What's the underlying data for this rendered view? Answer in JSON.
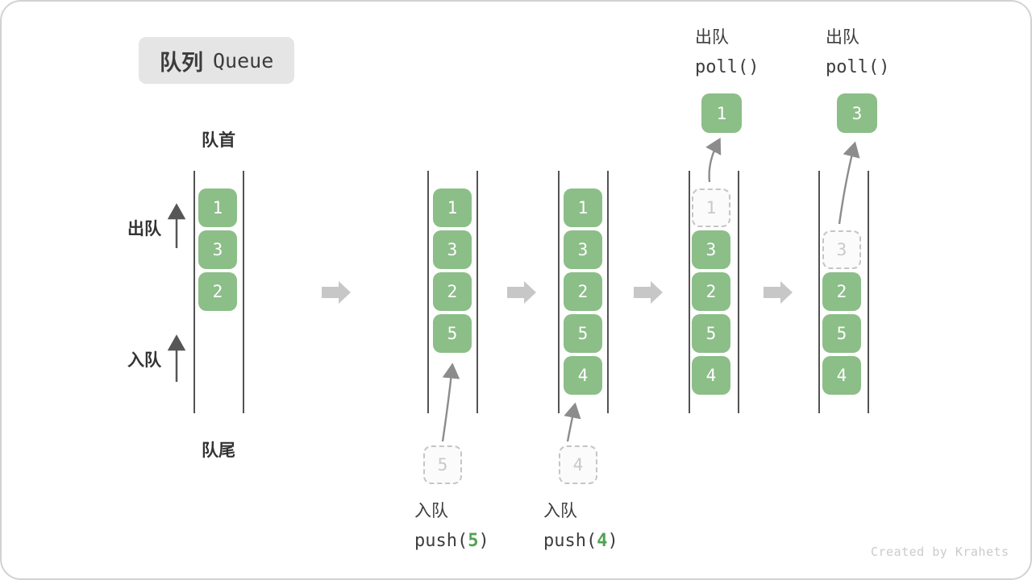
{
  "title": {
    "badge_zh": "队列",
    "badge_en": "Queue"
  },
  "side_labels": {
    "front": "队首",
    "rear": "队尾",
    "dequeue": "出队",
    "enqueue": "入队"
  },
  "queues": [
    {
      "cells": [
        {
          "v": "1"
        },
        {
          "v": "3"
        },
        {
          "v": "2"
        }
      ]
    },
    {
      "cells": [
        {
          "v": "1"
        },
        {
          "v": "3"
        },
        {
          "v": "2"
        },
        {
          "v": "5"
        }
      ]
    },
    {
      "cells": [
        {
          "v": "1"
        },
        {
          "v": "3"
        },
        {
          "v": "2"
        },
        {
          "v": "5"
        },
        {
          "v": "4"
        }
      ]
    },
    {
      "cells": [
        {
          "v": "1",
          "ghost": true
        },
        {
          "v": "3"
        },
        {
          "v": "2"
        },
        {
          "v": "5"
        },
        {
          "v": "4"
        }
      ]
    },
    {
      "cells": [
        {
          "v": "3",
          "ghost": true
        },
        {
          "v": "2"
        },
        {
          "v": "5"
        },
        {
          "v": "4"
        }
      ]
    }
  ],
  "operations": {
    "push5": {
      "label": "入队",
      "code_open": "push(",
      "arg": "5",
      "code_close": ")",
      "staged_value": "5"
    },
    "push4": {
      "label": "入队",
      "code_open": "push(",
      "arg": "4",
      "code_close": ")",
      "staged_value": "4"
    },
    "poll1": {
      "label": "出队",
      "code": "poll()",
      "popped_value": "1"
    },
    "poll3": {
      "label": "出队",
      "code": "poll()",
      "popped_value": "3"
    }
  },
  "watermark": "Created by Krahets",
  "colors": {
    "box_green": "#8cbe88",
    "accent_green": "#52a254",
    "ghost_gray": "#c9c9c9",
    "block_arrow_gray": "#c7c7c7",
    "thin_arrow_gray": "#8c8c8c",
    "text_dark": "#3d3d3d"
  }
}
